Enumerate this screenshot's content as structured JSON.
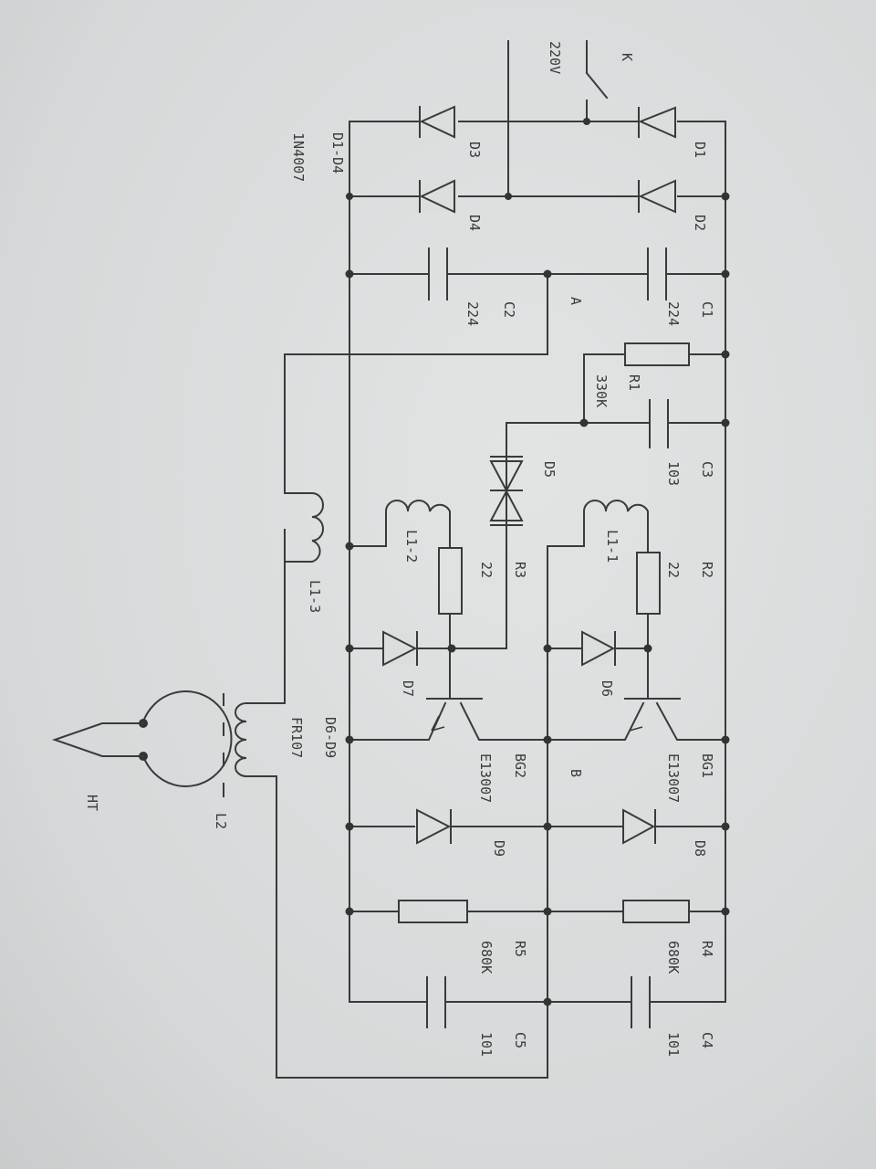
{
  "diagram": {
    "labels": {
      "K": "K",
      "mains": "220V",
      "D1": "D1",
      "D2": "D2",
      "D3": "D3",
      "D4": "D4",
      "D1D4": "D1-D4",
      "N4007": "1N4007",
      "C1": "C1",
      "C1v": "224",
      "C2": "C2",
      "C2v": "224",
      "A": "A",
      "R1": "R1",
      "R1v": "330K",
      "C3": "C3",
      "C3v": "103",
      "D5": "D5",
      "R2": "R2",
      "R2v": "22",
      "R3": "R3",
      "R3v": "22",
      "L11": "L1-1",
      "L12": "L1-2",
      "L13": "L1-3",
      "D6": "D6",
      "D7": "D7",
      "D6D9": "D6-D9",
      "FR107": "FR107",
      "BG1": "BG1",
      "BG1t": "E13007",
      "BG2": "BG2",
      "BG2t": "E13007",
      "B": "B",
      "D8": "D8",
      "D9": "D9",
      "R4": "R4",
      "R4v": "680K",
      "R5": "R5",
      "R5v": "680K",
      "C4": "C4",
      "C4v": "101",
      "C5": "C5",
      "C5v": "101",
      "L2": "L2",
      "HT": "HT"
    }
  }
}
